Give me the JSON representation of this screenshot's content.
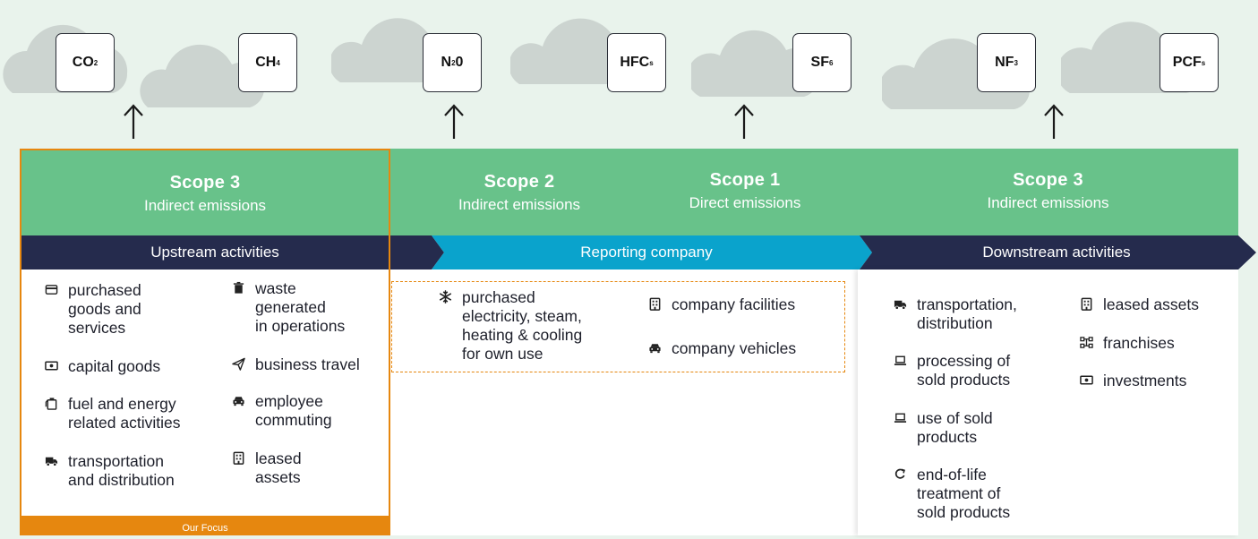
{
  "gases": [
    {
      "base": "CO",
      "sub": "2"
    },
    {
      "base": "CH",
      "sub": "4"
    },
    {
      "base": "N",
      "sub": "2",
      "tail": "0"
    },
    {
      "base": "HFC",
      "sub": "s"
    },
    {
      "base": "SF",
      "sub": "6"
    },
    {
      "base": "NF",
      "sub": "3"
    },
    {
      "base": "PCF",
      "sub": "s"
    }
  ],
  "scopes": {
    "upstream_scope": {
      "title": "Scope 3",
      "subtitle": "Indirect emissions"
    },
    "scope2": {
      "title": "Scope 2",
      "subtitle": "Indirect emissions"
    },
    "scope1": {
      "title": "Scope 1",
      "subtitle": "Direct emissions"
    },
    "downstream_scope": {
      "title": "Scope 3",
      "subtitle": "Indirect emissions"
    }
  },
  "bands": {
    "upstream": "Upstream activities",
    "reporting": "Reporting company",
    "downstream": "Downstream activities"
  },
  "upstream_items": {
    "purchased_goods": [
      "purchased",
      "goods and",
      "services"
    ],
    "waste": [
      "waste",
      "generated",
      "in operations"
    ],
    "capital_goods": [
      "capital goods"
    ],
    "business_travel": [
      "business travel"
    ],
    "fuel_energy": [
      "fuel and energy",
      "related activities"
    ],
    "employee_commuting": [
      "employee",
      "commuting"
    ],
    "transportation": [
      "transportation",
      "and distribution"
    ],
    "leased_assets": [
      "leased",
      "assets"
    ]
  },
  "reporting_items": {
    "purchased_electricity": [
      "purchased",
      "electricity, steam,",
      "heating & cooling",
      "for own use"
    ],
    "company_facilities": [
      "company facilities"
    ],
    "company_vehicles": [
      "company vehicles"
    ]
  },
  "downstream_items": {
    "transportation": [
      "transportation,",
      "distribution"
    ],
    "processing": [
      "processing of",
      "sold products"
    ],
    "use": [
      "use of sold",
      "products"
    ],
    "end_of_life": [
      "end-of-life",
      "treatment of",
      "sold products"
    ],
    "leased_assets": [
      "leased assets"
    ],
    "franchises": [
      "franchises"
    ],
    "investments": [
      "investments"
    ]
  },
  "focus_label": "Our Focus",
  "colors": {
    "scope_green": "#68c28a",
    "navy_band": "#252b4d",
    "reporting_blue": "#0aa3cc",
    "focus_orange": "#e6870f",
    "cloud": "#ccd4d0",
    "background": "#e9f3ec"
  }
}
